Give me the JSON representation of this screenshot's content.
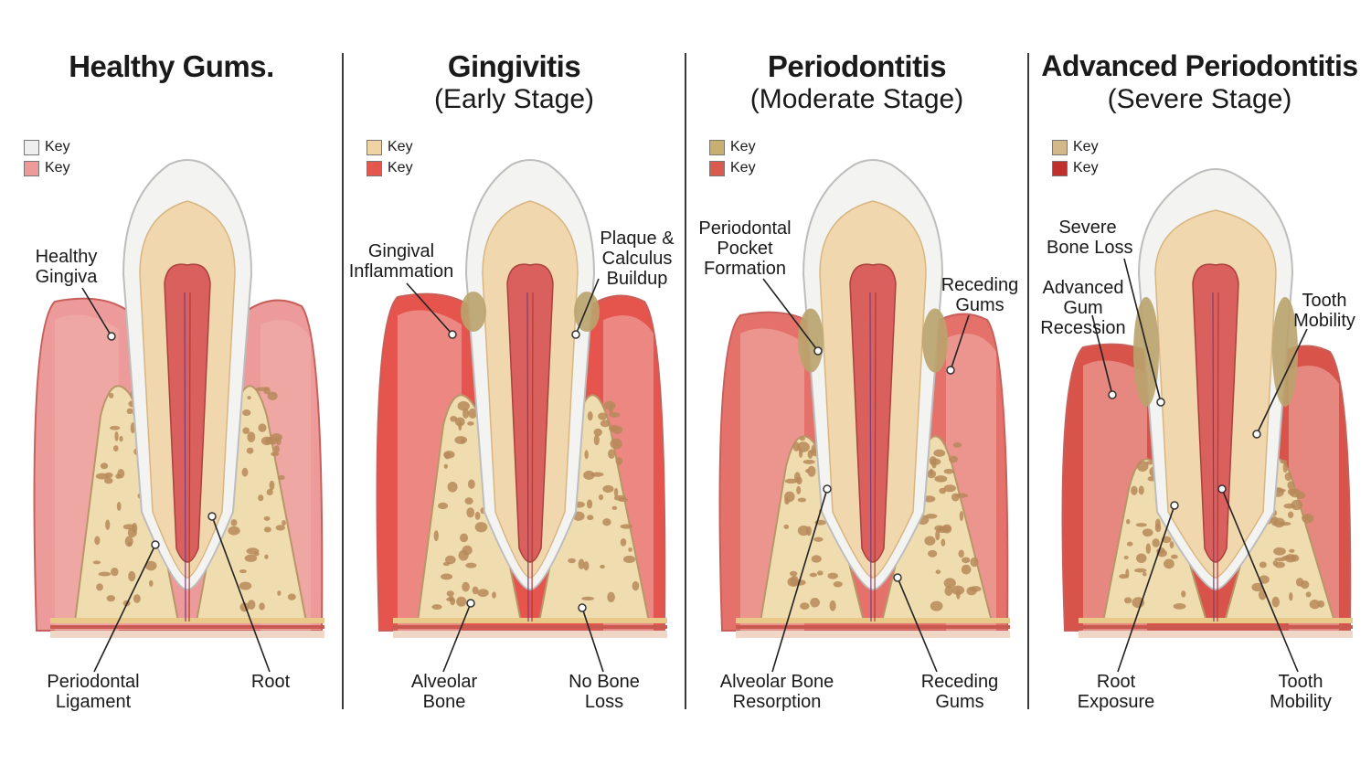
{
  "colors": {
    "enamel": "#f3f3f1",
    "dentin": "#f1d7ad",
    "pulp": "#d9605c",
    "gum_healthy": "#ec9a9a",
    "gum_inflamed": "#e5544d",
    "bone": "#efdcaf",
    "plaque": "#b9a36b"
  },
  "panels": [
    {
      "title": "Healthy Gums.",
      "subtitle": "",
      "keys": [
        {
          "label": "Key",
          "color": "#eeeeee"
        },
        {
          "label": "Key",
          "color": "#ef9a9a"
        }
      ],
      "labels": [
        {
          "id": "healthy-gingiva",
          "text": "Healthy\nGingiva"
        },
        {
          "id": "periodontal-ligament",
          "text": "Periodontal\nLigament"
        },
        {
          "id": "root",
          "text": "Root"
        }
      ]
    },
    {
      "title": "Gingivitis",
      "subtitle": "(Early Stage)",
      "keys": [
        {
          "label": "Key",
          "color": "#efd3a2"
        },
        {
          "label": "Key",
          "color": "#e4564e"
        }
      ],
      "labels": [
        {
          "id": "gingival-inflammation",
          "text": "Gingival\nInflammation"
        },
        {
          "id": "plaque-calculus",
          "text": "Plaque &\nCalculus\nBuildup"
        },
        {
          "id": "alveolar-bone",
          "text": "Alveolar\nBone"
        },
        {
          "id": "no-bone-loss",
          "text": "No Bone\nLoss"
        }
      ]
    },
    {
      "title": "Periodontitis",
      "subtitle": "(Moderate Stage)",
      "keys": [
        {
          "label": "Key",
          "color": "#c9ae72"
        },
        {
          "label": "Key",
          "color": "#d95b4e"
        }
      ],
      "labels": [
        {
          "id": "periodontal-pocket",
          "text": "Periodontal\nPocket\nFormation"
        },
        {
          "id": "receding-gums-top",
          "text": "Receding\nGums"
        },
        {
          "id": "alveolar-bone-resorption",
          "text": "Alveolar Bone\nResorption"
        },
        {
          "id": "receding-gums-bottom",
          "text": "Receding\nGums"
        }
      ]
    },
    {
      "title": "Advanced Periodontitis",
      "subtitle": "(Severe Stage)",
      "keys": [
        {
          "label": "Key",
          "color": "#d2b88a"
        },
        {
          "label": "Key",
          "color": "#c0312e"
        }
      ],
      "labels": [
        {
          "id": "severe-bone-loss",
          "text": "Severe\nBone Loss"
        },
        {
          "id": "advanced-gum-recession",
          "text": "Advanced\nGum\nRecession"
        },
        {
          "id": "tooth-mobility-top",
          "text": "Tooth\nMobility"
        },
        {
          "id": "root-exposure",
          "text": "Root\nExposure"
        },
        {
          "id": "tooth-mobility-bottom",
          "text": "Tooth\nMobility"
        }
      ]
    }
  ]
}
